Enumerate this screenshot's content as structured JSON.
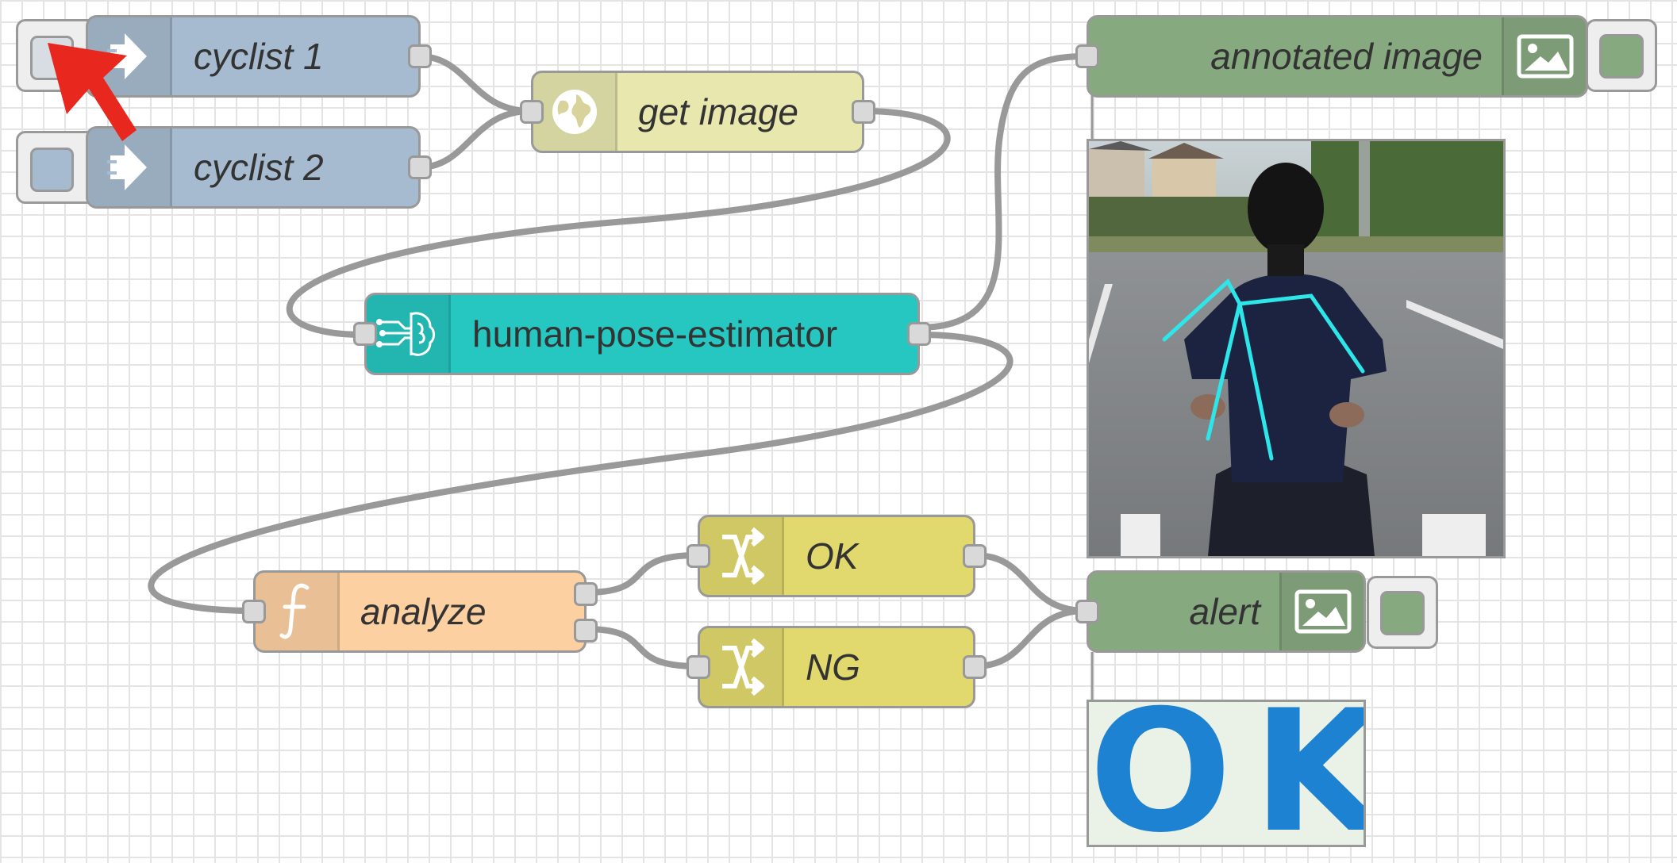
{
  "flow": {
    "nodes": {
      "cyclist1": {
        "label": "cyclist 1",
        "type": "inject",
        "color": "#a6bbcf"
      },
      "cyclist2": {
        "label": "cyclist 2",
        "type": "inject",
        "color": "#a6bbcf"
      },
      "get_image": {
        "label": "get image",
        "type": "http request",
        "color": "#e7e7ae"
      },
      "pose": {
        "label": "human-pose-estimator",
        "type": "ai model",
        "color": "#26c6c1"
      },
      "analyze": {
        "label": "analyze",
        "type": "function",
        "color": "#fdd0a2"
      },
      "ok": {
        "label": "OK",
        "type": "change",
        "color": "#e2d96e"
      },
      "ng": {
        "label": "NG",
        "type": "change",
        "color": "#e2d96e"
      },
      "annotated": {
        "label": "annotated image",
        "type": "image preview",
        "color": "#87a980"
      },
      "alert": {
        "label": "alert",
        "type": "image preview",
        "color": "#87a980"
      }
    },
    "previews": {
      "alert_text": "OK",
      "alert_color": "#1e82d2"
    },
    "colors": {
      "wire": "#999999",
      "cursor": "#e8281e"
    }
  }
}
